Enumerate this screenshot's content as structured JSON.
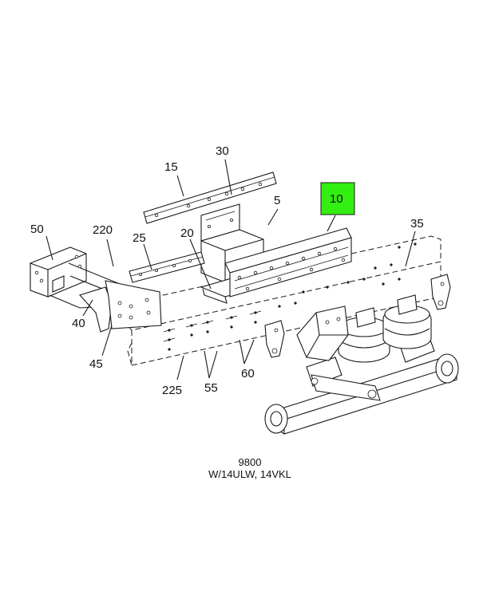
{
  "callouts": {
    "c5": "5",
    "c10": "10",
    "c15": "15",
    "c20": "20",
    "c25": "25",
    "c30": "30",
    "c35": "35",
    "c40": "40",
    "c45": "45",
    "c50": "50",
    "c55": "55",
    "c60": "60",
    "c220": "220",
    "c225": "225"
  },
  "caption": {
    "model": "9800",
    "config": "W/14ULW, 14VKL"
  },
  "colors": {
    "highlight": "#33ee11",
    "line": "#1a1a1a"
  }
}
